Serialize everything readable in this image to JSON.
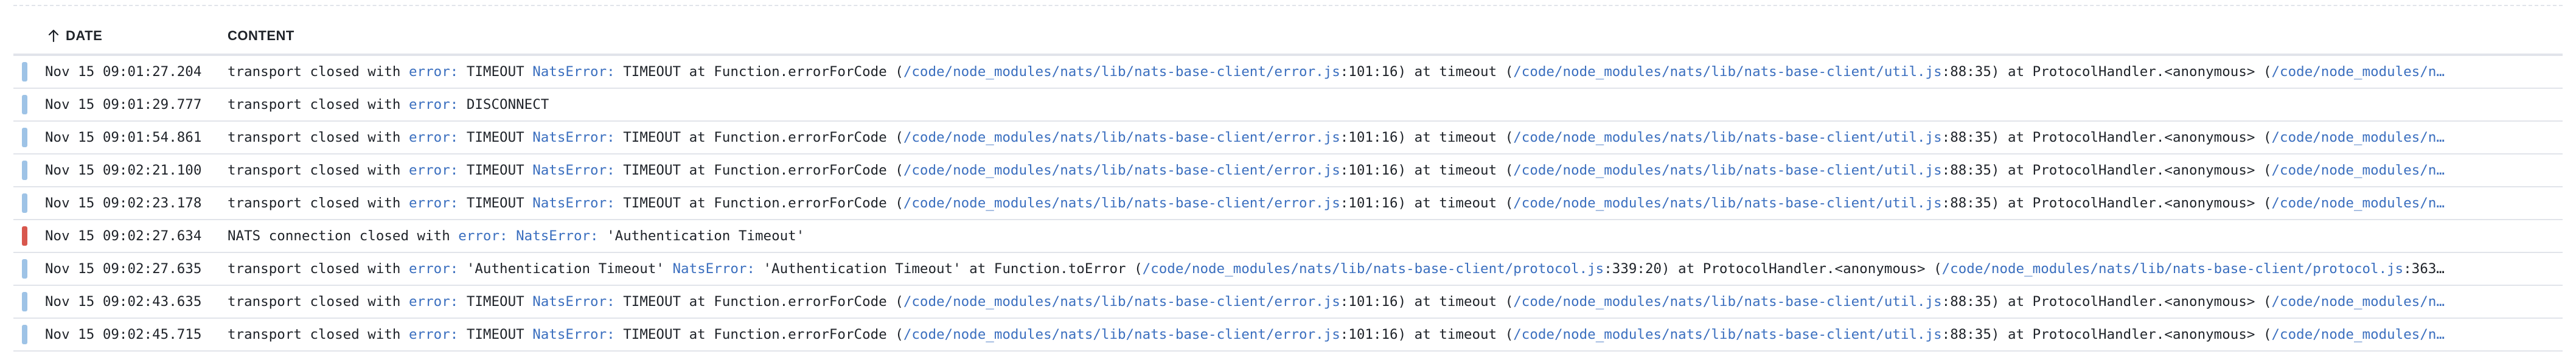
{
  "header": {
    "date_label": "DATE",
    "content_label": "CONTENT",
    "sort_icon": "arrow-up-icon"
  },
  "colors": {
    "info": "#9ec3e6",
    "error": "#d8574d",
    "token": "#3b6fbf"
  },
  "rows": [
    {
      "level": "info",
      "date": "Nov 15 09:01:27.204",
      "segments": [
        {
          "t": "transport closed with "
        },
        {
          "t": "error:",
          "k": true
        },
        {
          "t": " TIMEOUT "
        },
        {
          "t": "NatsError:",
          "k": true
        },
        {
          "t": " TIMEOUT at Function.errorForCode ("
        },
        {
          "t": "/code/node_modules/nats/lib/nats-base-client/error.js",
          "k": true
        },
        {
          "t": ":101:16) at timeout ("
        },
        {
          "t": "/code/node_modules/nats/lib/nats-base-client/util.js",
          "k": true
        },
        {
          "t": ":88:35) at ProtocolHandler.<anonymous> ("
        },
        {
          "t": "/code/node_modules/n…",
          "k": true
        }
      ]
    },
    {
      "level": "info",
      "date": "Nov 15 09:01:29.777",
      "segments": [
        {
          "t": "transport closed with "
        },
        {
          "t": "error:",
          "k": true
        },
        {
          "t": " DISCONNECT"
        }
      ]
    },
    {
      "level": "info",
      "date": "Nov 15 09:01:54.861",
      "segments": [
        {
          "t": "transport closed with "
        },
        {
          "t": "error:",
          "k": true
        },
        {
          "t": " TIMEOUT "
        },
        {
          "t": "NatsError:",
          "k": true
        },
        {
          "t": " TIMEOUT at Function.errorForCode ("
        },
        {
          "t": "/code/node_modules/nats/lib/nats-base-client/error.js",
          "k": true
        },
        {
          "t": ":101:16) at timeout ("
        },
        {
          "t": "/code/node_modules/nats/lib/nats-base-client/util.js",
          "k": true
        },
        {
          "t": ":88:35) at ProtocolHandler.<anonymous> ("
        },
        {
          "t": "/code/node_modules/n…",
          "k": true
        }
      ]
    },
    {
      "level": "info",
      "date": "Nov 15 09:02:21.100",
      "segments": [
        {
          "t": "transport closed with "
        },
        {
          "t": "error:",
          "k": true
        },
        {
          "t": " TIMEOUT "
        },
        {
          "t": "NatsError:",
          "k": true
        },
        {
          "t": " TIMEOUT at Function.errorForCode ("
        },
        {
          "t": "/code/node_modules/nats/lib/nats-base-client/error.js",
          "k": true
        },
        {
          "t": ":101:16) at timeout ("
        },
        {
          "t": "/code/node_modules/nats/lib/nats-base-client/util.js",
          "k": true
        },
        {
          "t": ":88:35) at ProtocolHandler.<anonymous> ("
        },
        {
          "t": "/code/node_modules/n…",
          "k": true
        }
      ]
    },
    {
      "level": "info",
      "date": "Nov 15 09:02:23.178",
      "segments": [
        {
          "t": "transport closed with "
        },
        {
          "t": "error:",
          "k": true
        },
        {
          "t": " TIMEOUT "
        },
        {
          "t": "NatsError:",
          "k": true
        },
        {
          "t": " TIMEOUT at Function.errorForCode ("
        },
        {
          "t": "/code/node_modules/nats/lib/nats-base-client/error.js",
          "k": true
        },
        {
          "t": ":101:16) at timeout ("
        },
        {
          "t": "/code/node_modules/nats/lib/nats-base-client/util.js",
          "k": true
        },
        {
          "t": ":88:35) at ProtocolHandler.<anonymous> ("
        },
        {
          "t": "/code/node_modules/n…",
          "k": true
        }
      ]
    },
    {
      "level": "error",
      "date": "Nov 15 09:02:27.634",
      "segments": [
        {
          "t": "NATS connection closed with "
        },
        {
          "t": "error:",
          "k": true
        },
        {
          "t": " "
        },
        {
          "t": "NatsError:",
          "k": true
        },
        {
          "t": " 'Authentication Timeout'"
        }
      ]
    },
    {
      "level": "info",
      "date": "Nov 15 09:02:27.635",
      "segments": [
        {
          "t": "transport closed with "
        },
        {
          "t": "error:",
          "k": true
        },
        {
          "t": " 'Authentication Timeout' "
        },
        {
          "t": "NatsError:",
          "k": true
        },
        {
          "t": " 'Authentication Timeout' at Function.toError ("
        },
        {
          "t": "/code/node_modules/nats/lib/nats-base-client/protocol.js",
          "k": true
        },
        {
          "t": ":339:20) at ProtocolHandler.<anonymous> ("
        },
        {
          "t": "/code/node_modules/nats/lib/nats-base-client/protocol.js",
          "k": true
        },
        {
          "t": ":363…"
        }
      ]
    },
    {
      "level": "info",
      "date": "Nov 15 09:02:43.635",
      "segments": [
        {
          "t": "transport closed with "
        },
        {
          "t": "error:",
          "k": true
        },
        {
          "t": " TIMEOUT "
        },
        {
          "t": "NatsError:",
          "k": true
        },
        {
          "t": " TIMEOUT at Function.errorForCode ("
        },
        {
          "t": "/code/node_modules/nats/lib/nats-base-client/error.js",
          "k": true
        },
        {
          "t": ":101:16) at timeout ("
        },
        {
          "t": "/code/node_modules/nats/lib/nats-base-client/util.js",
          "k": true
        },
        {
          "t": ":88:35) at ProtocolHandler.<anonymous> ("
        },
        {
          "t": "/code/node_modules/n…",
          "k": true
        }
      ]
    },
    {
      "level": "info",
      "date": "Nov 15 09:02:45.715",
      "segments": [
        {
          "t": "transport closed with "
        },
        {
          "t": "error:",
          "k": true
        },
        {
          "t": " TIMEOUT "
        },
        {
          "t": "NatsError:",
          "k": true
        },
        {
          "t": " TIMEOUT at Function.errorForCode ("
        },
        {
          "t": "/code/node_modules/nats/lib/nats-base-client/error.js",
          "k": true
        },
        {
          "t": ":101:16) at timeout ("
        },
        {
          "t": "/code/node_modules/nats/lib/nats-base-client/util.js",
          "k": true
        },
        {
          "t": ":88:35) at ProtocolHandler.<anonymous> ("
        },
        {
          "t": "/code/node_modules/n…",
          "k": true
        }
      ]
    }
  ]
}
